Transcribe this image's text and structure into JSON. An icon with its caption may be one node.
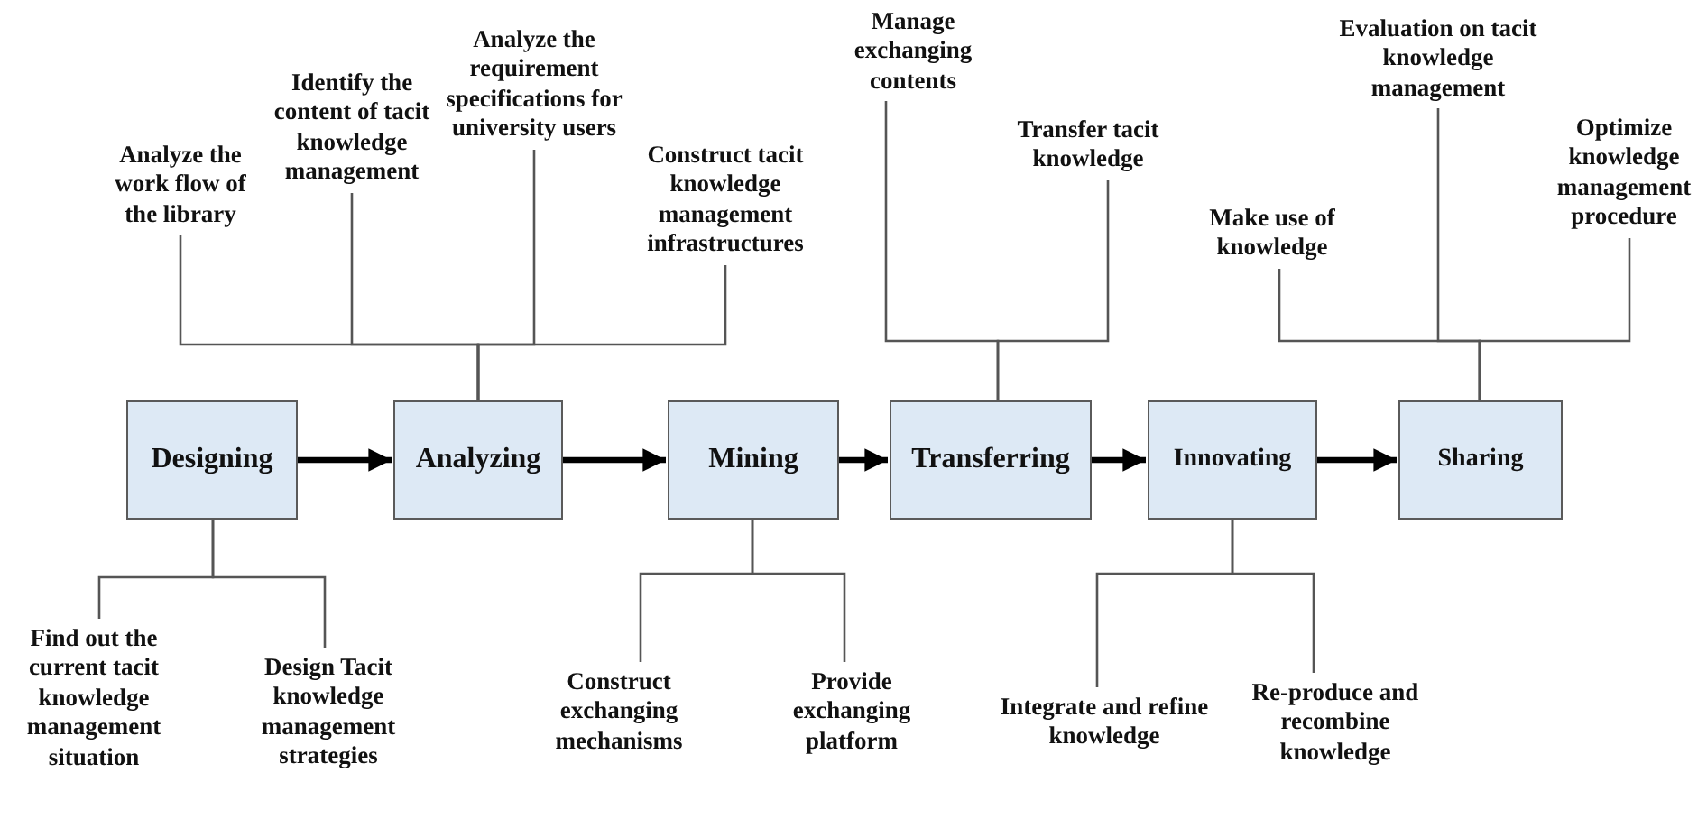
{
  "diagram": {
    "nodes": [
      {
        "text": [
          "Designing"
        ]
      },
      {
        "text": [
          "Analyzing"
        ]
      },
      {
        "text": [
          "Mining"
        ]
      },
      {
        "text": [
          "Transferring"
        ]
      },
      {
        "text": [
          "Innovating"
        ]
      },
      {
        "text": [
          "Sharing"
        ]
      },
      {
        "text": [
          "Analyze the work flow of the library"
        ]
      },
      {
        "text": [
          "Identify the content of tacit knowledge management"
        ]
      },
      {
        "text": [
          "Analyze the requirement specifications for university users"
        ]
      },
      {
        "text": [
          "Construct tacit knowledge management infrastructures"
        ]
      },
      {
        "text": [
          "Manage exchanging contents"
        ]
      },
      {
        "text": [
          "Transfer tacit knowledge"
        ]
      },
      {
        "text": [
          "Make use of knowledge"
        ]
      },
      {
        "text": [
          "Evaluation on tacit knowledge management"
        ]
      },
      {
        "text": [
          "Optimize knowledge management procedure"
        ]
      },
      {
        "text": [
          "Find out the current tacit knowledge management situation"
        ]
      },
      {
        "text": [
          "Design Tacit knowledge management strategies"
        ]
      },
      {
        "text": [
          "Construct exchanging mechanisms"
        ]
      },
      {
        "text": [
          "Provide exchanging platform"
        ]
      },
      {
        "text": [
          "Integrate and refine knowledge"
        ]
      },
      {
        "text": [
          "Re-produce and recombine knowledge"
        ]
      }
    ],
    "edges": [
      {
        "from": 0,
        "to": 1,
        "arrow": "to",
        "style": "thick"
      },
      {
        "from": 1,
        "to": 2,
        "arrow": "to",
        "style": "thick"
      },
      {
        "from": 2,
        "to": 3,
        "arrow": "to",
        "style": "thick"
      },
      {
        "from": 3,
        "to": 4,
        "arrow": "to",
        "style": "thick"
      },
      {
        "from": 4,
        "to": 5,
        "arrow": "to",
        "style": "thick"
      },
      {
        "from": 1,
        "to": 6,
        "arrow": "none"
      },
      {
        "from": 1,
        "to": 7,
        "arrow": "none"
      },
      {
        "from": 1,
        "to": 8,
        "arrow": "none"
      },
      {
        "from": 1,
        "to": 9,
        "arrow": "none"
      },
      {
        "from": 3,
        "to": 10,
        "arrow": "none"
      },
      {
        "from": 3,
        "to": 11,
        "arrow": "none"
      },
      {
        "from": 5,
        "to": 12,
        "arrow": "none"
      },
      {
        "from": 5,
        "to": 13,
        "arrow": "none"
      },
      {
        "from": 5,
        "to": 14,
        "arrow": "none"
      },
      {
        "from": 0,
        "to": 15,
        "arrow": "none"
      },
      {
        "from": 0,
        "to": 16,
        "arrow": "none"
      },
      {
        "from": 2,
        "to": 17,
        "arrow": "none"
      },
      {
        "from": 2,
        "to": 18,
        "arrow": "none"
      },
      {
        "from": 4,
        "to": 19,
        "arrow": "none"
      },
      {
        "from": 4,
        "to": 20,
        "arrow": "none"
      }
    ]
  }
}
